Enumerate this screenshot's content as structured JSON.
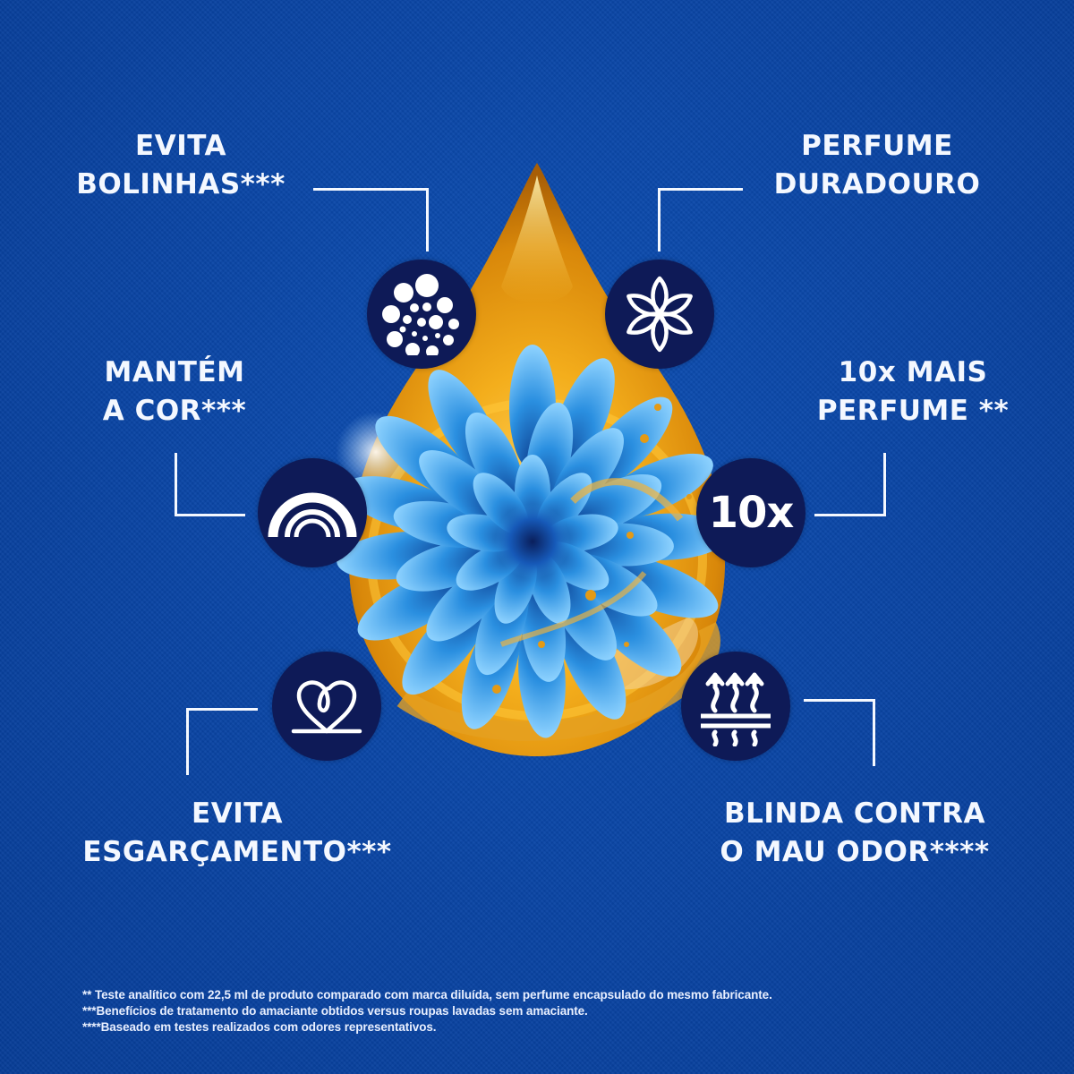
{
  "colors": {
    "background": "#0a46a6",
    "icon_circle": "#0e1a57",
    "text": "#f4f8ff",
    "drop_gold": "#f0a818",
    "flower_blue": "#2e8fe0"
  },
  "benefits": [
    {
      "id": "evita-bolinhas",
      "lines": [
        "EVITA",
        "BOLINHAS***"
      ],
      "icon": "pilling-dots-icon"
    },
    {
      "id": "perfume-duradouro",
      "lines": [
        "PERFUME",
        "DURADOURO"
      ],
      "icon": "flower-outline-icon"
    },
    {
      "id": "mantem-a-cor",
      "lines": [
        "MANTÉM",
        "A COR***"
      ],
      "icon": "rainbow-icon"
    },
    {
      "id": "10x-mais-perfume",
      "lines": [
        "10x MAIS",
        "PERFUME **"
      ],
      "icon": "10x-badge-icon",
      "icon_text": "10x"
    },
    {
      "id": "evita-esgarcamento",
      "lines": [
        "EVITA",
        "ESGARÇAMENTO***"
      ],
      "icon": "heart-loop-icon"
    },
    {
      "id": "blinda-mau-odor",
      "lines": [
        "BLINDA CONTRA",
        "O MAU ODOR****"
      ],
      "icon": "odor-shield-icon"
    }
  ],
  "center_image": {
    "description": "golden oil drop with blue flower",
    "icon": "oil-drop-flower-icon"
  },
  "footnotes": [
    "** Teste analítico com 22,5 ml de produto comparado com marca diluída, sem perfume encapsulado do mesmo fabricante.",
    "***Benefícios de tratamento do amaciante obtidos versus roupas lavadas sem amaciante.",
    "****Baseado em testes realizados com odores representativos."
  ]
}
